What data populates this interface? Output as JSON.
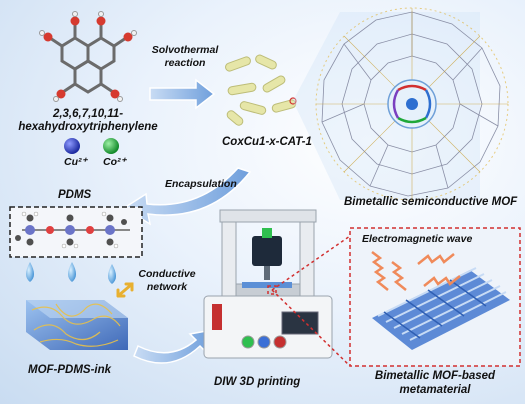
{
  "linker": {
    "line1": "2,3,6,7,10,11-",
    "line2": "hexahydroxytriphenylene"
  },
  "solvothermal": {
    "line1": "Solvothermal",
    "line2": "reaction"
  },
  "ions": {
    "cu": "Cu²⁺",
    "co": "Co²⁺"
  },
  "cat_label": "CoxCu1-x-CAT-1",
  "mof_label": "Bimetallic semiconductive MOF",
  "encapsulation": "Encapsulation",
  "pdms": "PDMS",
  "conductive": {
    "line1": "Conductive",
    "line2": "network"
  },
  "em_wave": "Electromagnetic wave",
  "ink": "MOF-PDMS-ink",
  "printing": "DIW 3D printing",
  "metamaterial": {
    "line1": "Bimetallic MOF-based",
    "line2": "metamaterial"
  },
  "colors": {
    "cu_ball": "#2e3fc0",
    "co_ball": "#1fa83a",
    "arrow": "#7aa8de",
    "dashed_red": "#d23030"
  }
}
